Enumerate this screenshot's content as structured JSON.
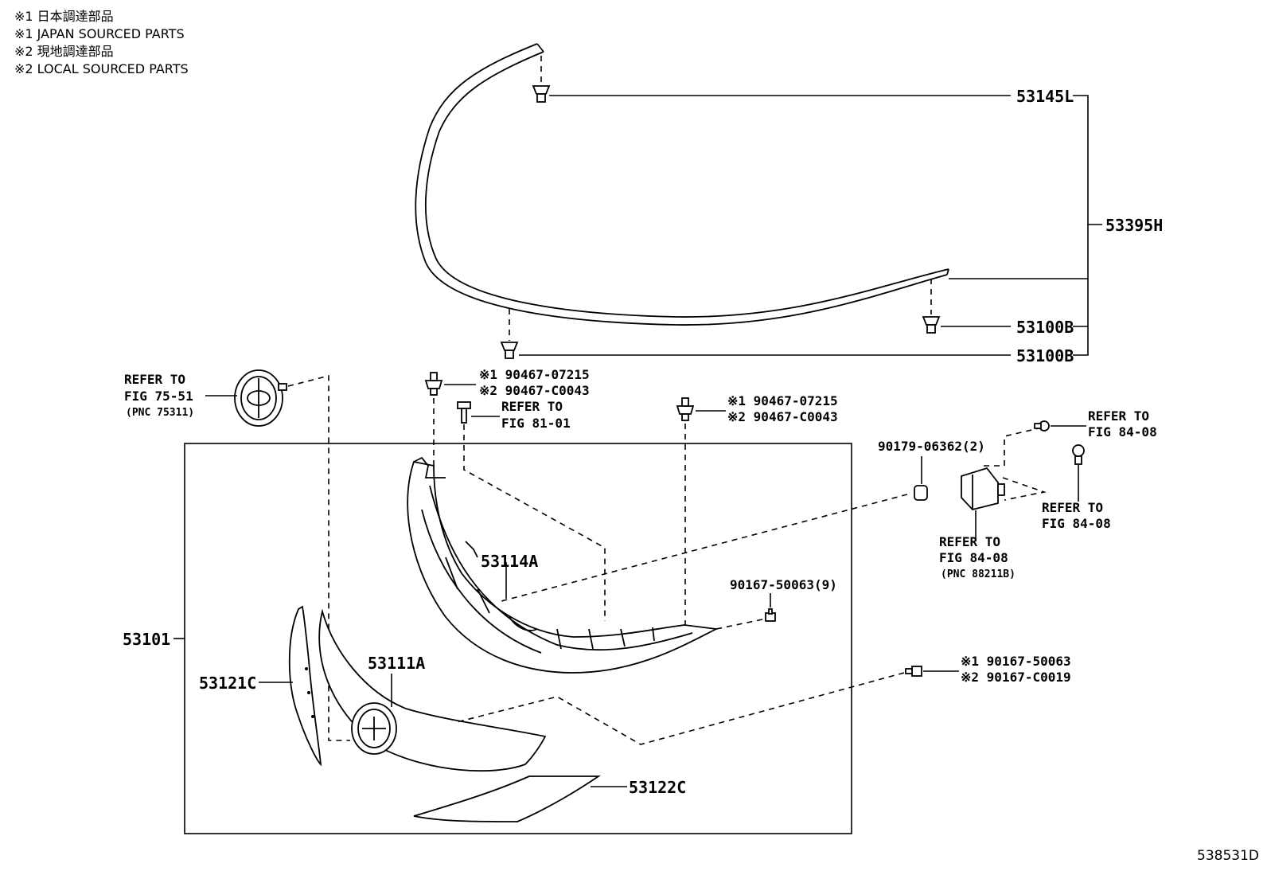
{
  "legend": [
    "※1 日本調達部品",
    "※1 JAPAN SOURCED PARTS",
    "※2 現地調達部品",
    "※2 LOCAL SOURCED PARTS"
  ],
  "labels": {
    "p53145L": "53145L",
    "p53395H": "53395H",
    "p53100B_a": "53100B",
    "p53100B_b": "53100B",
    "ref_emblem_1": "REFER TO",
    "ref_emblem_2": "FIG 75-51",
    "ref_emblem_3": "(PNC 75311)",
    "clip1_a": "※1 90467-07215",
    "clip1_b": "※2 90467-C0043",
    "ref81_1": "REFER TO",
    "ref81_2": "FIG 81-01",
    "clip2_a": "※1 90467-07215",
    "clip2_b": "※2 90467-C0043",
    "p90179": "90179-06362(2)",
    "ref84a_1": "REFER TO",
    "ref84a_2": "FIG 84-08",
    "ref84b_1": "REFER TO",
    "ref84b_2": "FIG 84-08",
    "ref84c_1": "REFER TO",
    "ref84c_2": "FIG 84-08",
    "ref84c_3": "(PNC 88211B)",
    "p53114A": "53114A",
    "p90167_9": "90167-50063(9)",
    "p53101": "53101",
    "p53121C": "53121C",
    "p53111A": "53111A",
    "nut_a": "※1 90167-50063",
    "nut_b": "※2 90167-C0019",
    "p53122C": "53122C"
  },
  "footer": "538531D"
}
